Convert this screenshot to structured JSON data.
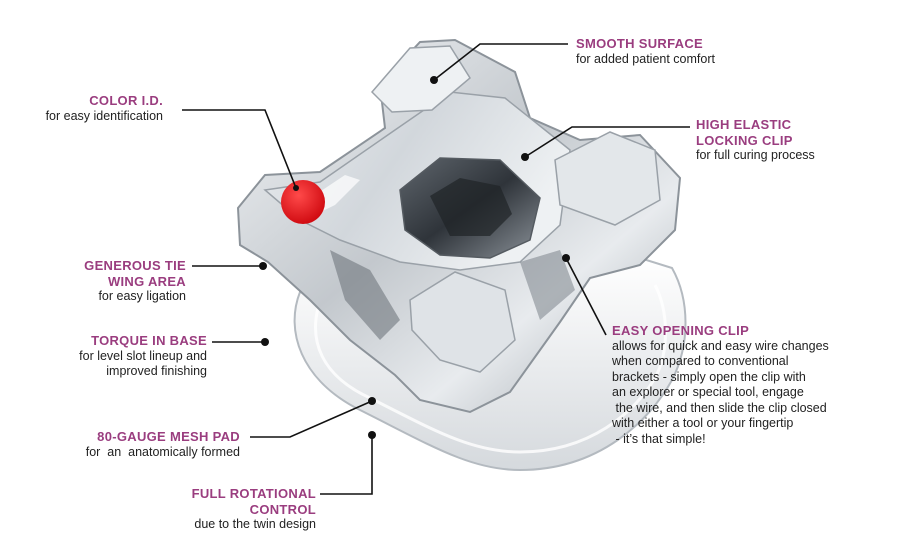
{
  "colors": {
    "heading": "#9a3d7f",
    "body_text": "#222222",
    "leader": "#111111",
    "color_id_dot": "#e8161b",
    "metal": "#c9ced3"
  },
  "callouts": {
    "smooth_surface": {
      "title": "SMOOTH SURFACE",
      "desc": "for added patient comfort"
    },
    "color_id": {
      "title": "COLOR I.D.",
      "desc": "for easy identification"
    },
    "locking_clip": {
      "title_l1": "HIGH ELASTIC",
      "title_l2": "LOCKING CLIP",
      "desc": "for full curing process"
    },
    "tie_wing": {
      "title_l1": "GENEROUS TIE",
      "title_l2": "WING AREA",
      "desc": "for easy ligation"
    },
    "torque": {
      "title": "TORQUE IN BASE",
      "desc_l1": "for level slot lineup and",
      "desc_l2": "improved finishing"
    },
    "opening_clip": {
      "title": "EASY OPENING CLIP",
      "desc_lines": [
        "allows for quick and easy wire changes",
        "when compared to conventional",
        "brackets - simply open the clip with",
        "an explorer or special tool, engage",
        " the wire, and then slide the clip closed",
        "with either a tool or your fingertip",
        " - it’s that simple!"
      ]
    },
    "mesh_pad": {
      "title": "80-GAUGE MESH PAD",
      "desc": "for  an  anatomically formed"
    },
    "rotational": {
      "title_l1": "FULL ROTATIONAL",
      "title_l2": "CONTROL",
      "desc": "due to the twin design"
    }
  }
}
